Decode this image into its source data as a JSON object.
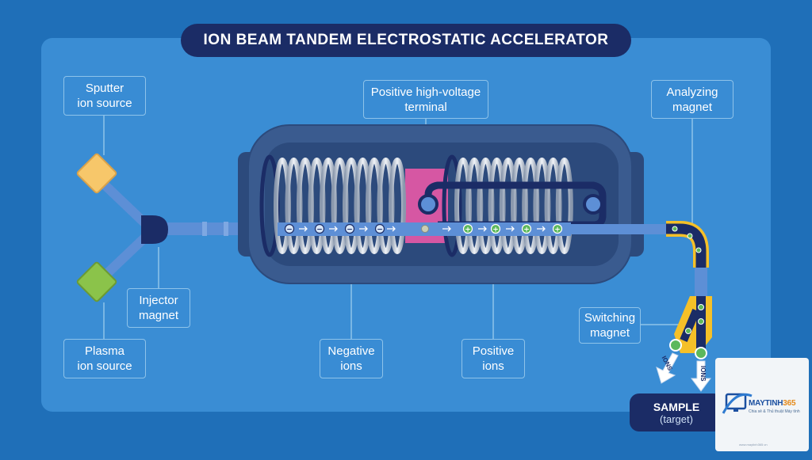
{
  "title": "ION BEAM TANDEM ELECTROSTATIC ACCELERATOR",
  "labels": {
    "sputter": [
      "Sputter",
      "ion source"
    ],
    "plasma": [
      "Plasma",
      "ion source"
    ],
    "injector": [
      "Injector",
      "magnet"
    ],
    "terminal": [
      "Positive high-voltage",
      "terminal"
    ],
    "analyzing": [
      "Analyzing",
      "magnet"
    ],
    "switching": [
      "Switching",
      "magnet"
    ],
    "negative": [
      "Negative",
      "ions"
    ],
    "positive": [
      "Positive",
      "ions"
    ]
  },
  "ion_symbols": {
    "negative": "−",
    "positive": "+"
  },
  "ions_label": "IONS",
  "sample": {
    "title": "SAMPLE",
    "subtitle": "(target)"
  },
  "logo": {
    "name_a": "MAYTINH",
    "name_b": "365",
    "tagline": "Chia sẻ & Thủ thuật Máy tính",
    "url": "www.maytinh365.vn"
  },
  "colors": {
    "background": "#1f6fb8",
    "panel": "#3a8dd4",
    "dark_navy": "#1b2c66",
    "tank": "#3a5b8f",
    "terminal": "#d657a3",
    "sputter_source": "#f7c76a",
    "plasma_source": "#8bc34a",
    "beam": "#5d8fd6",
    "magnet_yellow": "#f5c028",
    "positive_ion": "#5cb85c"
  }
}
